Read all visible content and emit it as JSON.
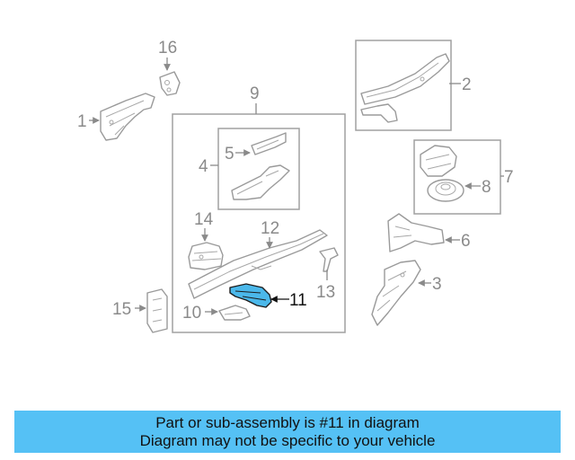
{
  "diagram": {
    "callouts": {
      "c1": "1",
      "c2": "2",
      "c3": "3",
      "c4": "4",
      "c5": "5",
      "c6": "6",
      "c7": "7",
      "c8": "8",
      "c9": "9",
      "c10": "10",
      "c11": "11",
      "c12": "12",
      "c13": "13",
      "c14": "14",
      "c15": "15",
      "c16": "16"
    },
    "highlighted_part": "11",
    "highlight_color": "#4bb8ea"
  },
  "banner": {
    "line1": "Part or sub-assembly is #11 in diagram",
    "line2": "Diagram may not be specific to your vehicle",
    "background": "#55c1f5"
  }
}
